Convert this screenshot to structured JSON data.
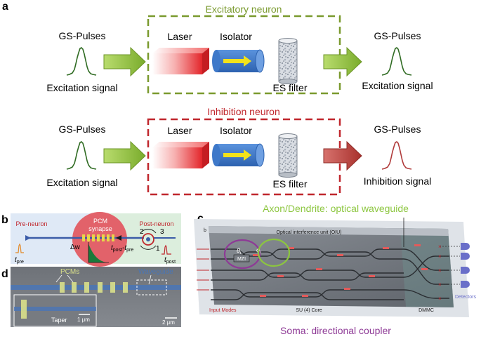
{
  "panels": {
    "a": {
      "label": "a",
      "excitatory": {
        "title": "Excitatory neuron",
        "input_pulse_label": "GS-Pulses",
        "input_signal_label": "Excitation signal",
        "laser_label": "Laser",
        "isolator_label": "Isolator",
        "filter_label": "ES filter",
        "output_pulse_label": "GS-Pulses",
        "output_signal_label": "Excitation signal"
      },
      "inhibition": {
        "title": "Inhibition neuron",
        "input_pulse_label": "GS-Pulses",
        "input_signal_label": "Excitation signal",
        "laser_label": "Laser",
        "isolator_label": "Isolator",
        "filter_label": "ES filter",
        "output_pulse_label": "GS-Pulses",
        "output_signal_label": "Inhibition signal"
      }
    },
    "b": {
      "label": "b",
      "pre_neuron": "Pre-neuron",
      "post_neuron": "Post-neuron",
      "synapse_line1": "PCM",
      "synapse_line2": "synapse",
      "delta_w": "Δw",
      "t_pre": "t",
      "t_pre_sub": "pre",
      "t_post": "t",
      "t_post_sub": "post",
      "t_diff_a": "t",
      "t_diff_a_sub": "post",
      "t_diff_mid": "-t",
      "t_diff_b_sub": "pre",
      "port_1": "1",
      "port_2": "2",
      "port_3": "3"
    },
    "c": {
      "label": "c",
      "axon_title": "Axon/Dendrite: optical waveguide",
      "soma_title": "Soma: directional coupler",
      "oiu_label": "Optical interference unit (OIU)",
      "core_label": "SU (4) Core",
      "dmmc_label": "DMMC",
      "input_modes": "Input Modes",
      "detectors": "Detectors",
      "mzi_label": "MZI",
      "theta": "θ",
      "theta_sub": "i",
      "phi": "φ",
      "phi_sub": "i",
      "corner_b": "b"
    },
    "d": {
      "label": "d",
      "pcms": "PCMs",
      "waveguide": "Waveguide",
      "scale_main": "2 μm",
      "taper": "Taper",
      "scale_inset": "1 μm"
    }
  },
  "colors": {
    "excitatory": "#7a9a2e",
    "inhibition": "#c0272d",
    "pulse_green": "#2f6b22",
    "pulse_red": "#b03a3a",
    "arrow_green": "#8fbe3c",
    "arrow_red": "#b8403b",
    "isolator_blue": "#3e79c9",
    "isolator_arrow": "#f2e21a",
    "soma_purple": "#8e3a96",
    "axon_green": "#8cc63f",
    "pcm_yellow": "#d9e08a"
  }
}
